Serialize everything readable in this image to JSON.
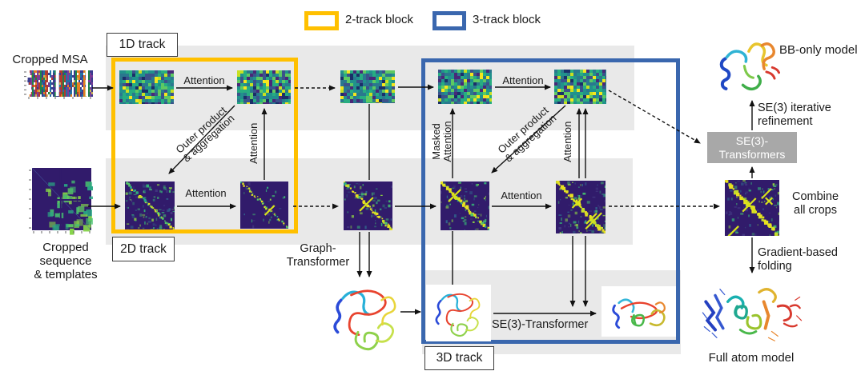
{
  "colors": {
    "two_track_accent": "#FFC000",
    "three_track_accent": "#3A67AE",
    "band_gray": "#E9E9E9",
    "se3_box_gray": "#A8A8A8"
  },
  "legend": {
    "two_track": "2-track block",
    "three_track": "3-track block"
  },
  "tracks": {
    "one_d": "1D track",
    "two_d": "2D track",
    "three_d": "3D track"
  },
  "inputs": {
    "msa": "Cropped MSA",
    "seq_lines": [
      "Cropped",
      "sequence",
      "& templates"
    ]
  },
  "ops": {
    "attention": "Attention",
    "masked_lines": [
      "Masked",
      "Attention"
    ],
    "outer_lines": [
      "Outer product",
      "& aggregation"
    ],
    "graph_transformer_lines": [
      "Graph-",
      "Transformer"
    ],
    "se3_transformer": "SE(3)-Transformer",
    "se3_box_lines": [
      "SE(3)-",
      "Transformers"
    ]
  },
  "outputs": {
    "bb_only": "BB-only model",
    "se3_refine_lines": [
      "SE(3) iterative",
      "refinement"
    ],
    "combine_lines": [
      "Combine",
      "all crops"
    ],
    "gradient_lines": [
      "Gradient-based",
      "folding"
    ],
    "full_atom": "Full atom model"
  }
}
